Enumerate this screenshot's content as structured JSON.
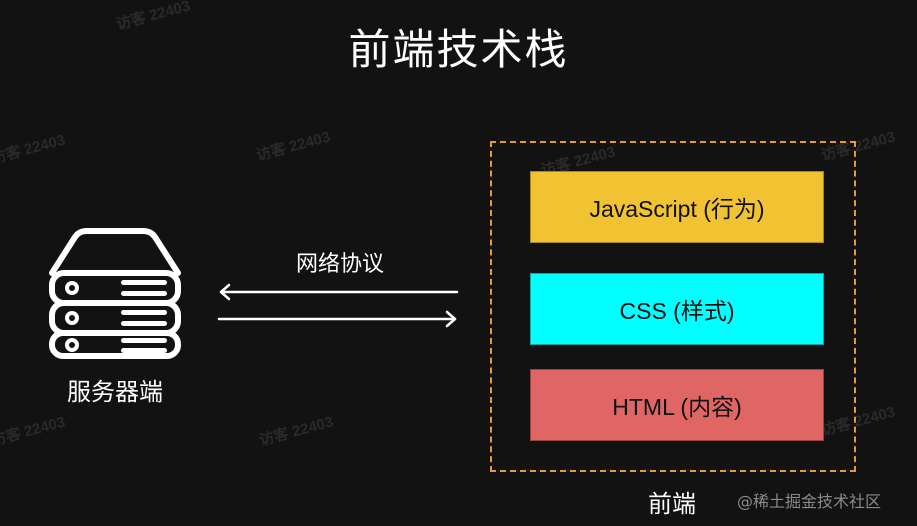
{
  "title": "前端技术栈",
  "server": {
    "icon": "server-rack-icon",
    "label": "服务器端"
  },
  "protocol": {
    "label": "网络协议",
    "arrows": [
      "arrow-left",
      "arrow-right"
    ]
  },
  "frontend": {
    "label": "前端",
    "border_color": "#e49a3a",
    "layers": [
      {
        "label": "JavaScript (行为)",
        "color": "#f1c232"
      },
      {
        "label": "CSS (样式)",
        "color": "#00ffff"
      },
      {
        "label": "HTML (内容)",
        "color": "#e06666"
      }
    ]
  },
  "watermark": "访客 22403",
  "credit": "@稀土掘金技术社区",
  "colors": {
    "background": "#121212",
    "text": "#ffffff"
  }
}
